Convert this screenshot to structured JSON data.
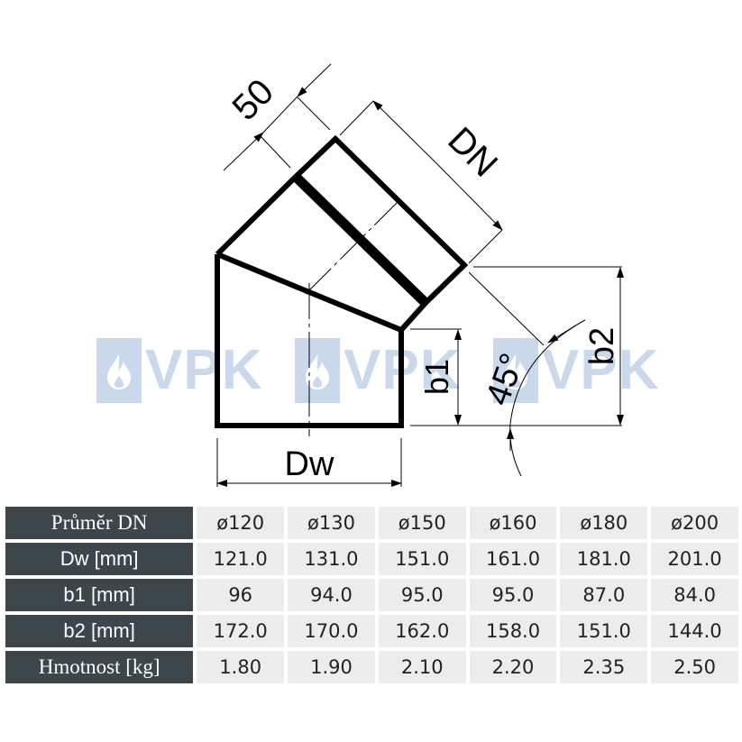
{
  "watermark": {
    "text": "VPK",
    "icon": "flame-icon",
    "color": "#c9d8ea",
    "positions_x": [
      107,
      327,
      547
    ]
  },
  "drawing": {
    "title": "45° elbow dimension drawing",
    "labels": {
      "fifty": "50",
      "dn": "DN",
      "dw": "Dw",
      "b1": "b1",
      "b2": "b2",
      "angle": "45°"
    }
  },
  "table": {
    "header_bg": "#3d474b",
    "cell_bg": "#ececec",
    "rows": [
      {
        "label": "Průměr DN",
        "values": [
          "ø120",
          "ø130",
          "ø150",
          "ø160",
          "ø180",
          "ø200"
        ]
      },
      {
        "label": "Dw [mm]",
        "values": [
          "121.0",
          "131.0",
          "151.0",
          "161.0",
          "181.0",
          "201.0"
        ]
      },
      {
        "label": "b1 [mm]",
        "values": [
          "96",
          "94.0",
          "95.0",
          "95.0",
          "87.0",
          "84.0"
        ]
      },
      {
        "label": "b2 [mm]",
        "values": [
          "172.0",
          "170.0",
          "162.0",
          "158.0",
          "151.0",
          "144.0"
        ]
      },
      {
        "label": "Hmotnost [kg]",
        "values": [
          "1.80",
          "1.90",
          "2.10",
          "2.20",
          "2.35",
          "2.50"
        ]
      }
    ]
  }
}
